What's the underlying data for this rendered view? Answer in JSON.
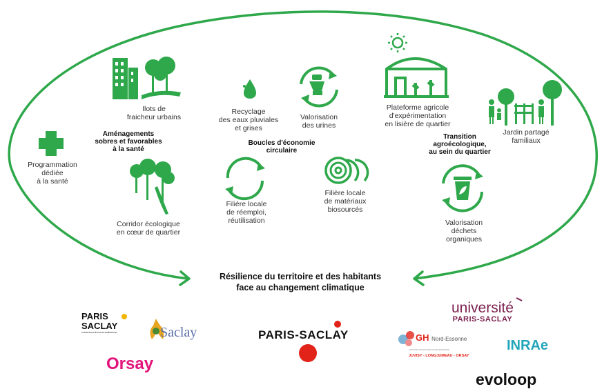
{
  "colors": {
    "green": "#2ea84a",
    "text": "#333333",
    "logo_red": "#e2231a",
    "orsay_pink": "#e2137a",
    "univ_purple": "#7b1f4e",
    "inrae_teal": "#21a5b8"
  },
  "items": {
    "ilots": "Ilots de\nfraicheur urbains",
    "recyclage": "Recyclage\ndes eaux pluviales\net grises",
    "urines": "Valorisation\ndes urines",
    "plateforme": "Plateforme agricole\nd'expérimentation\nen lisière de quartier",
    "jardin": "Jardin partagé\nfamiliaux",
    "programmation": "Programmation\ndédiée\nà la santé",
    "corridor": "Corridor écologique\nen cœur de quartier",
    "filiere_reemploi": "Filière locale\nde réemploi,\nréutilisation",
    "filiere_materiaux": "Filière locale\nde matériaux\nbiosourcés",
    "dechets": "Valorisation\ndéchets\norganiques"
  },
  "themes": {
    "amenagements": "Aménagements\nsobres et favorables\nà la santé",
    "boucles": "Boucles d'économie\ncirculaire",
    "transition": "Transition\nagroécologique,\nau sein du quartier"
  },
  "conclusion": "Résilience du territoire et des habitants\nface au changement climatique",
  "logos": {
    "paris_saclay_small_1": "PARIS",
    "paris_saclay_small_2": "SACLAY",
    "paris_saclay_small_sub": "COMMUNAUTÉ D'AGGLOMÉRATION",
    "saclay": "Saclay",
    "orsay": "Orsay",
    "paris_saclay_main": "PARIS-SACLAY",
    "gh_1": "GH",
    "gh_2": "Nord-Essonne",
    "gh_sub1": "GROUPE HOSPITALIER NORD ESSONNE",
    "gh_sub2": "JUVISY - LONGJUMEAU - ORSAY",
    "universite_1": "université",
    "universite_2": "PARIS-SACLAY",
    "inrae": "INRAe",
    "evoloop": "evoloop"
  }
}
